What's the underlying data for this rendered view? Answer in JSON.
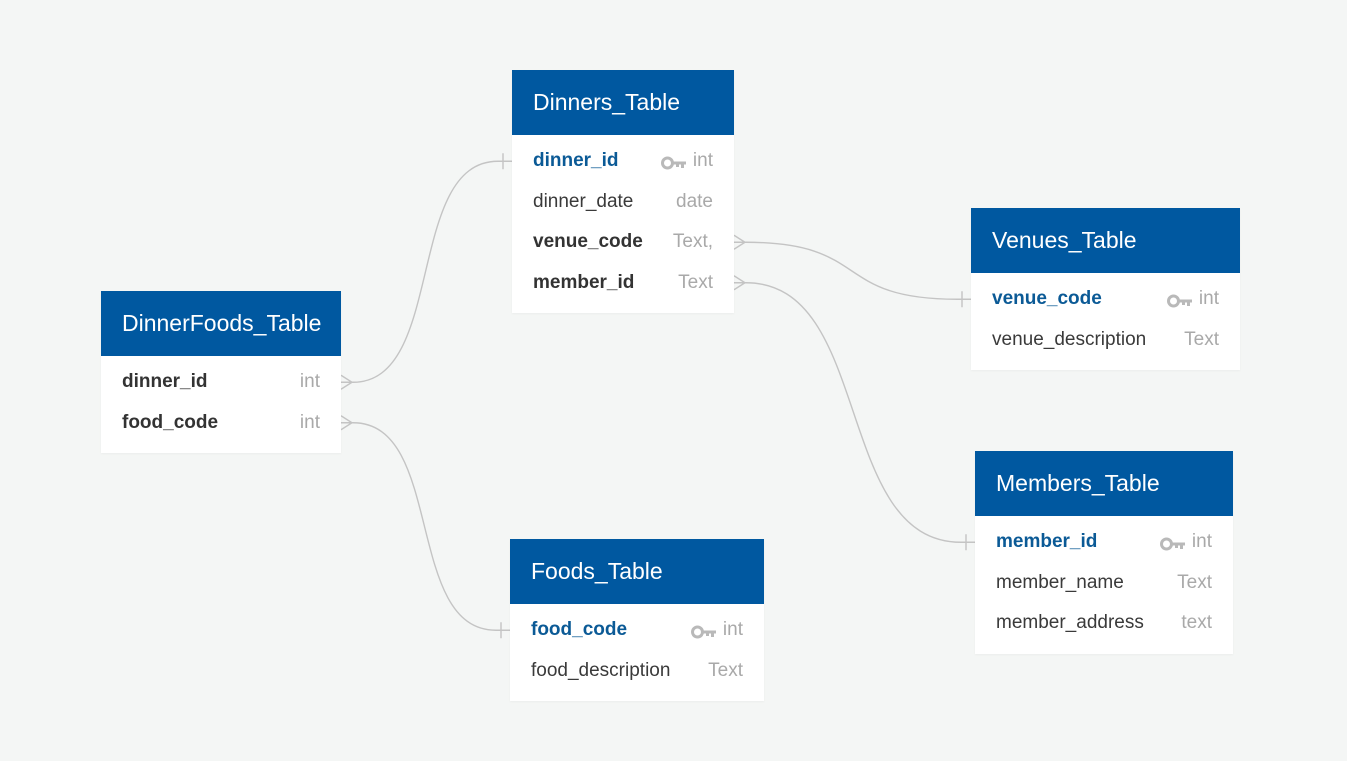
{
  "tables": {
    "dinners": {
      "name": "Dinners_Table",
      "fields": [
        {
          "name": "dinner_id",
          "type": "int",
          "key": "primary"
        },
        {
          "name": "dinner_date",
          "type": "date",
          "key": "none"
        },
        {
          "name": "venue_code",
          "type": "Text,",
          "key": "foreign"
        },
        {
          "name": "member_id",
          "type": "Text",
          "key": "foreign"
        }
      ]
    },
    "venues": {
      "name": "Venues_Table",
      "fields": [
        {
          "name": "venue_code",
          "type": "int",
          "key": "primary"
        },
        {
          "name": "venue_description",
          "type": "Text",
          "key": "none"
        }
      ]
    },
    "dinnerfoods": {
      "name": "DinnerFoods_Table",
      "fields": [
        {
          "name": "dinner_id",
          "type": "int",
          "key": "foreign"
        },
        {
          "name": "food_code",
          "type": "int",
          "key": "foreign"
        }
      ]
    },
    "members": {
      "name": "Members_Table",
      "fields": [
        {
          "name": "member_id",
          "type": "int",
          "key": "primary"
        },
        {
          "name": "member_name",
          "type": "Text",
          "key": "none"
        },
        {
          "name": "member_address",
          "type": "text",
          "key": "none"
        }
      ]
    },
    "foods": {
      "name": "Foods_Table",
      "fields": [
        {
          "name": "food_code",
          "type": "int",
          "key": "primary"
        },
        {
          "name": "food_description",
          "type": "Text",
          "key": "none"
        }
      ]
    }
  },
  "relationships": [
    {
      "from": "dinnerfoods.dinner_id",
      "to": "dinners.dinner_id",
      "type": "many-to-one"
    },
    {
      "from": "dinnerfoods.food_code",
      "to": "foods.food_code",
      "type": "many-to-one"
    },
    {
      "from": "dinners.venue_code",
      "to": "venues.venue_code",
      "type": "many-to-one"
    },
    {
      "from": "dinners.member_id",
      "to": "members.member_id",
      "type": "many-to-one"
    }
  ],
  "colors": {
    "header": "#0058a0",
    "primary_key_text": "#0b5a96",
    "type_text": "#a9a9a9",
    "connector": "#c4c4c4",
    "background": "#f4f6f5"
  },
  "icons": {
    "primary_key": "key-icon"
  }
}
